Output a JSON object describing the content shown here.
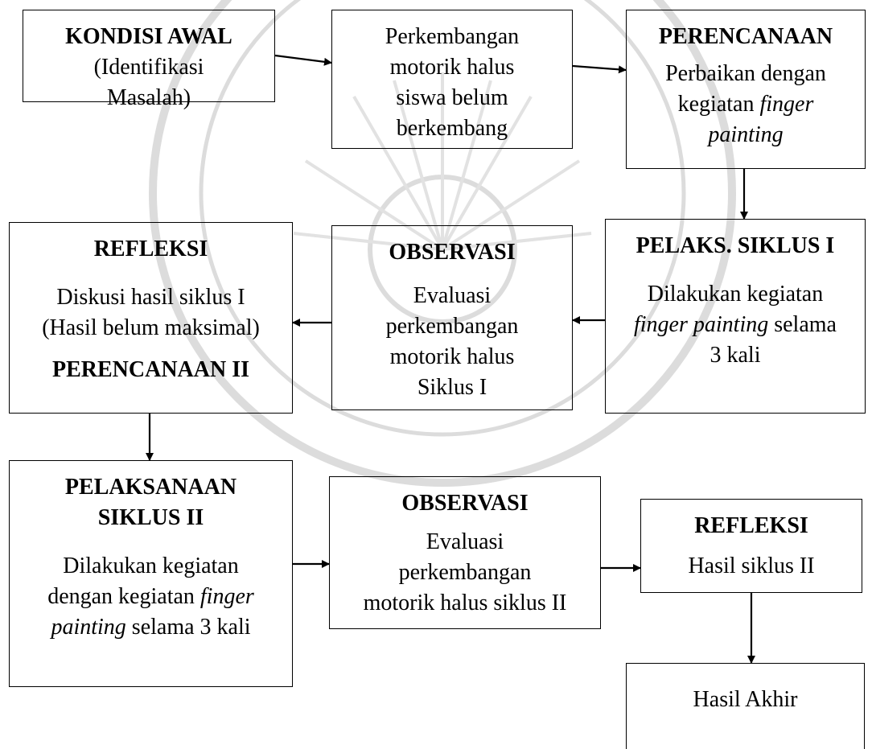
{
  "boxes": {
    "kondisi_awal": {
      "title": "KONDISI AWAL",
      "line1": "(Identifikasi",
      "line2": "Masalah)"
    },
    "perkembangan": {
      "line1": "Perkembangan",
      "line2": "motorik halus",
      "line3": "siswa belum",
      "line4": "berkembang"
    },
    "perencanaan": {
      "title": "PERENCANAAN",
      "line1": "Perbaikan dengan",
      "line2a": "kegiatan ",
      "line2b": "finger",
      "line3": "painting"
    },
    "pelaks_siklus_1": {
      "title": "PELAKS. SIKLUS I",
      "line1": "Dilakukan kegiatan",
      "line2a": "finger painting",
      "line2b": " selama",
      "line3": "3 kali"
    },
    "observasi_1": {
      "title": "OBSERVASI",
      "line1": "Evaluasi",
      "line2": "perkembangan",
      "line3": "motorik halus",
      "line4": "Siklus I"
    },
    "refleksi_1": {
      "title": "REFLEKSI",
      "line1": "Diskusi hasil siklus I",
      "line2": "(Hasil belum maksimal)",
      "title2": "PERENCANAAN II"
    },
    "pelaksanaan_siklus_2": {
      "title1": "PELAKSANAAN",
      "title2": "SIKLUS II",
      "line1": "Dilakukan kegiatan",
      "line2a": "dengan kegiatan ",
      "line2b": "finger",
      "line3a": "painting",
      "line3b": " selama 3 kali"
    },
    "observasi_2": {
      "title": "OBSERVASI",
      "line1": "Evaluasi",
      "line2": "perkembangan",
      "line3": "motorik halus siklus II"
    },
    "refleksi_2": {
      "title": "REFLEKSI",
      "line1": "Hasil siklus II"
    },
    "hasil_akhir": {
      "line1": "Hasil Akhir"
    }
  },
  "watermark_color": "#d9d9d9",
  "line_color": "#000000"
}
